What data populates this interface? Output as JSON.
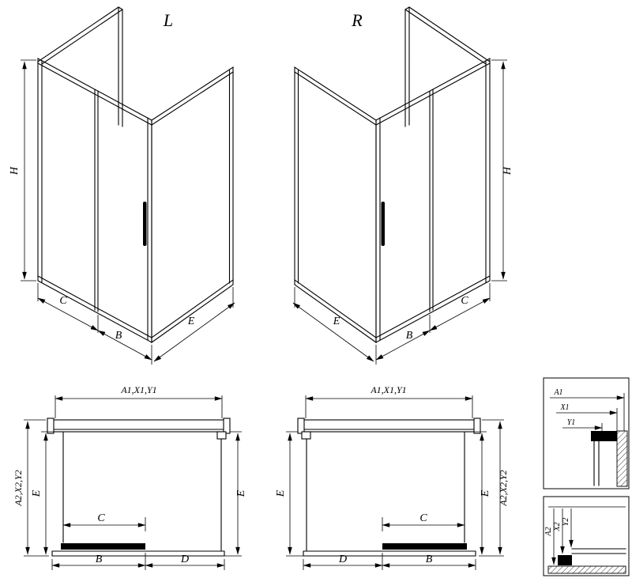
{
  "diagram": {
    "background_color": "#ffffff",
    "line_color": "#000000",
    "iso_left": {
      "variant": "L",
      "dim_h": "H",
      "dim_c": "C",
      "dim_b": "B",
      "dim_e": "E"
    },
    "iso_right": {
      "variant": "R",
      "dim_h": "H",
      "dim_c": "C",
      "dim_b": "B",
      "dim_e": "E"
    },
    "plan_left": {
      "dim_width": "A1,X1,Y1",
      "dim_depth": "A2,X2,Y2",
      "dim_e_left": "E",
      "dim_e_right": "E",
      "dim_c": "C",
      "dim_b": "B",
      "dim_d": "D"
    },
    "plan_right": {
      "dim_width": "A1,X1,Y1",
      "dim_depth": "A2,X2,Y2",
      "dim_e_left": "E",
      "dim_e_right": "E",
      "dim_c": "C",
      "dim_b": "B",
      "dim_d": "D"
    },
    "detail_top": {
      "dim_a1": "A1",
      "dim_x1": "X1",
      "dim_y1": "Y1"
    },
    "detail_bottom": {
      "dim_a2": "A2",
      "dim_x2": "X2",
      "dim_y2": "Y2"
    }
  }
}
